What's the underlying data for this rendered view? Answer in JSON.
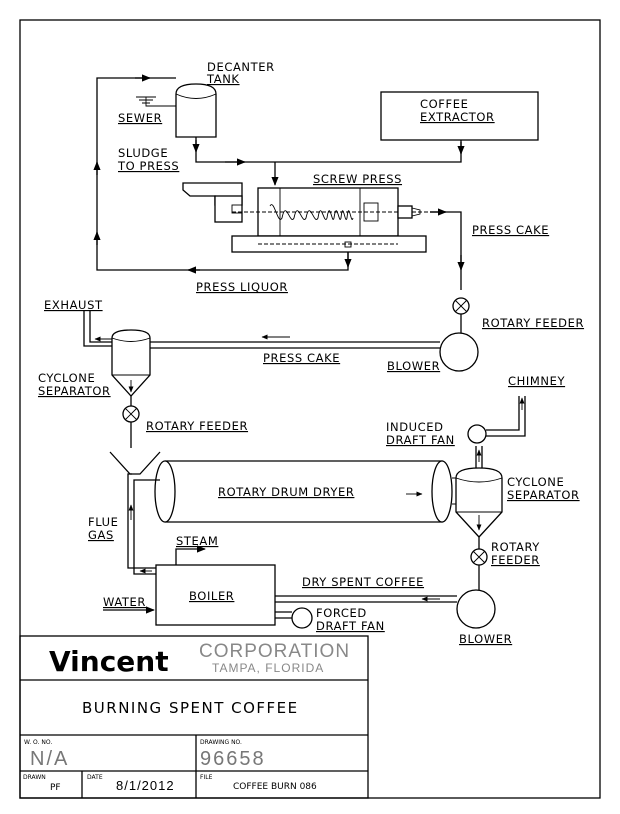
{
  "labels": {
    "decanter_tank": [
      "DECANTER",
      "TANK"
    ],
    "sewer": "SEWER",
    "coffee_extractor": [
      "COFFEE",
      "EXTRACTOR"
    ],
    "sludge_to_press": [
      "SLUDGE",
      "TO PRESS"
    ],
    "screw_press": "SCREW PRESS",
    "press_cake_top": "PRESS CAKE",
    "press_liquor": "PRESS LIQUOR",
    "exhaust": "EXHAUST",
    "rotary_feeder_top": "ROTARY FEEDER",
    "press_cake_mid": "PRESS CAKE",
    "blower_top": "BLOWER",
    "cyclone_separator_left": [
      "CYCLONE",
      "SEPARATOR"
    ],
    "chimney": "CHIMNEY",
    "rotary_feeder_left": "ROTARY FEEDER",
    "induced_draft_fan": [
      "INDUCED",
      "DRAFT FAN"
    ],
    "rotary_drum_dryer": "ROTARY DRUM DRYER",
    "cyclone_separator_right": [
      "CYCLONE",
      "SEPARATOR"
    ],
    "flue_gas": [
      "FLUE",
      "GAS"
    ],
    "rotary_feeder_right": [
      "ROTARY",
      "FEEDER"
    ],
    "steam": "STEAM",
    "dry_spent_coffee": "DRY SPENT COFFEE",
    "boiler": "BOILER",
    "water": "WATER",
    "forced_draft_fan": [
      "FORCED",
      "DRAFT FAN"
    ],
    "blower_bottom": "BLOWER"
  },
  "title_block": {
    "company": "Vincent",
    "corporation": "CORPORATION",
    "location": "TAMPA, FLORIDA",
    "drawing_title": "BURNING SPENT COFFEE",
    "wo_label": "W. O. NO.",
    "wo_value": "N/A",
    "drawing_no_label": "DRAWING NO.",
    "drawing_no_value": "96658",
    "drawn_label": "DRAWN",
    "drawn_value": "PF",
    "date_label": "DATE",
    "date_value": "8/1/2012",
    "file_label": "FILE",
    "file_value": "COFFEE BURN 086"
  }
}
